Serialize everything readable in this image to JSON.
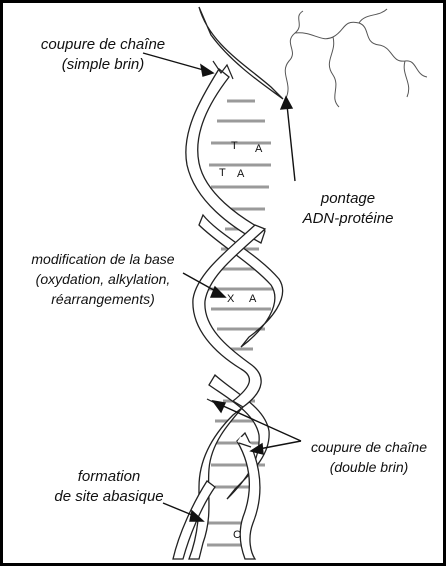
{
  "labels": {
    "single_break_line1": "coupure de chaîne",
    "single_break_line2": "(simple brin)",
    "crosslink_line1": "pontage",
    "crosslink_line2": "ADN-protéine",
    "base_mod_line1": "modification de la base",
    "base_mod_line2": "(oxydation, alkylation,",
    "base_mod_line3": "réarrangements)",
    "double_break_line1": "coupure de chaîne",
    "double_break_line2": "(double brin)",
    "abasic_line1": "formation",
    "abasic_line2": "de site abasique"
  },
  "bases": {
    "t1": "T",
    "a1": "A",
    "t2": "T",
    "a2": "A",
    "x": "X",
    "a3": "A",
    "c": "C"
  }
}
